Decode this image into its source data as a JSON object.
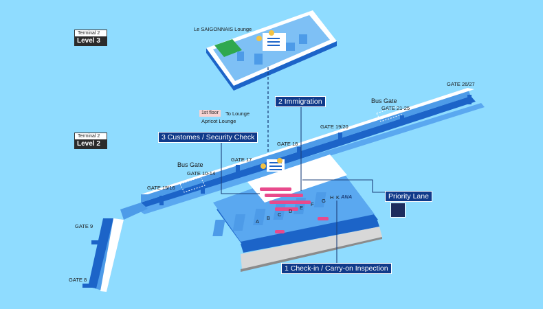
{
  "levels": [
    {
      "terminal": "Terminal 2",
      "name": "Level 3"
    },
    {
      "terminal": "Terminal 2",
      "name": "Level 2"
    }
  ],
  "callouts": {
    "immigration": "2 Immigration",
    "customs": "3 Customes / Security Check",
    "priority": "Priority Lane",
    "checkin": "1 Check-in / Carry-on Inspection"
  },
  "labels": {
    "lounge_saigon": "Le SAIGONNAIS Lounge",
    "first_floor": "1st floor",
    "to_lounge": "To Lounge",
    "apricot": "Apricot Lounge",
    "bus_gate_1": "Bus Gate",
    "bus_gate_2": "Bus Gate",
    "gate_26": "GATE 26/27",
    "gate_21": "GATE 21-25",
    "gate_19": "GATE 19/20",
    "gate_18": "GATE 18",
    "gate_17": "GATE 17",
    "gate_10": "GATE 10-14",
    "gate_15": "GATE 15/16",
    "gate_9": "GATE 9",
    "gate_8": "GATE 8",
    "ana": "ANA"
  },
  "counters": [
    "A",
    "B",
    "C",
    "D",
    "E",
    "F",
    "G",
    "H",
    "K"
  ],
  "colors": {
    "sky": "#8fdcff",
    "floor": "#1c64c8",
    "floor_light": "#4d9be8",
    "wall": "#ffffff",
    "block": "#5aa8f0",
    "lounge": "#2fa84f",
    "callout": "#103a8a",
    "seat": "#e84a8c"
  },
  "icons": [
    "escalator-icon",
    "priority-lane-sign-icon",
    "lounge-marker-icon"
  ]
}
